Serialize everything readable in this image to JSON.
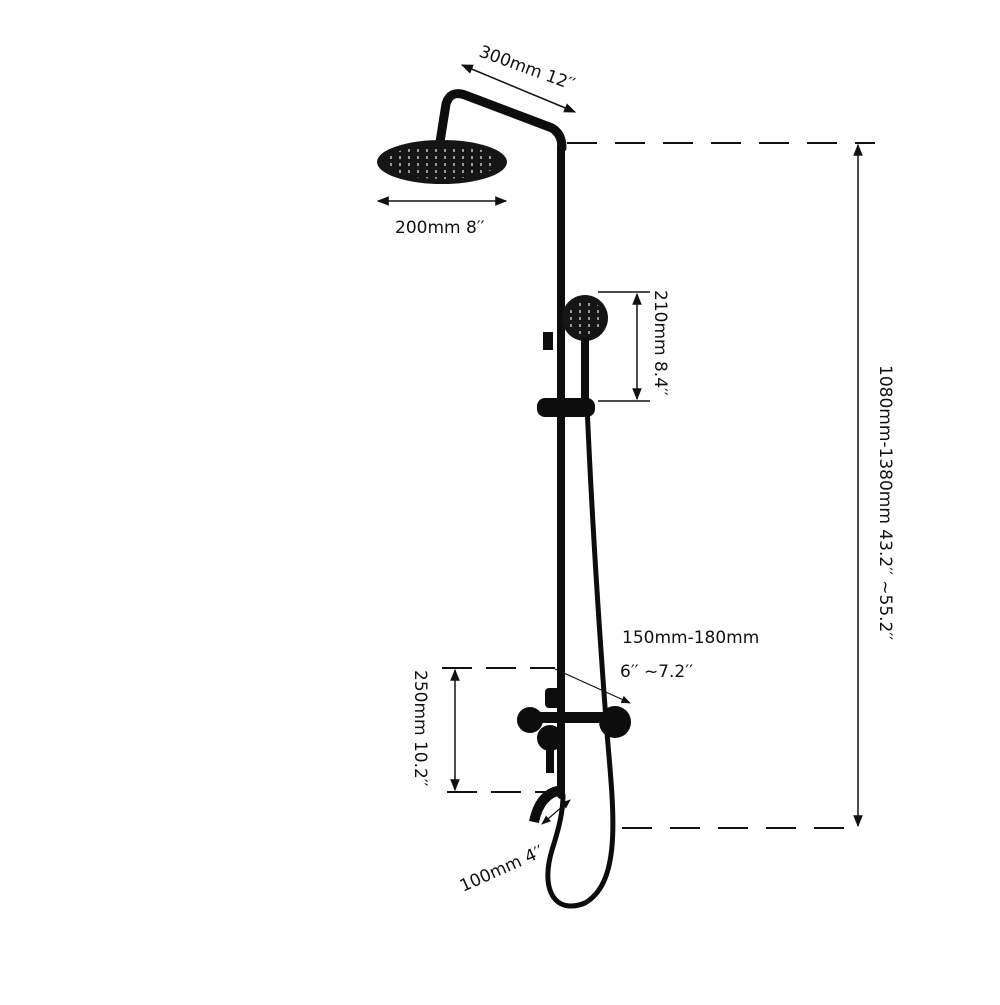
{
  "colors": {
    "product": "#0d0d0d",
    "dimension": "#111111",
    "background": "#ffffff"
  },
  "dimensions": {
    "arm_length": "300mm 12′′",
    "head_diameter": "200mm 8′′",
    "handheld_length": "210mm 8.4′′",
    "total_height": "1080mm-1380mm 43.2′′   ~55.2′′",
    "valve_spacing_line1": "150mm-180mm",
    "valve_spacing_line2": "6′′   ~7.2′′",
    "valve_height": "250mm 10.2′′",
    "spout_length": "100mm 4′′"
  }
}
